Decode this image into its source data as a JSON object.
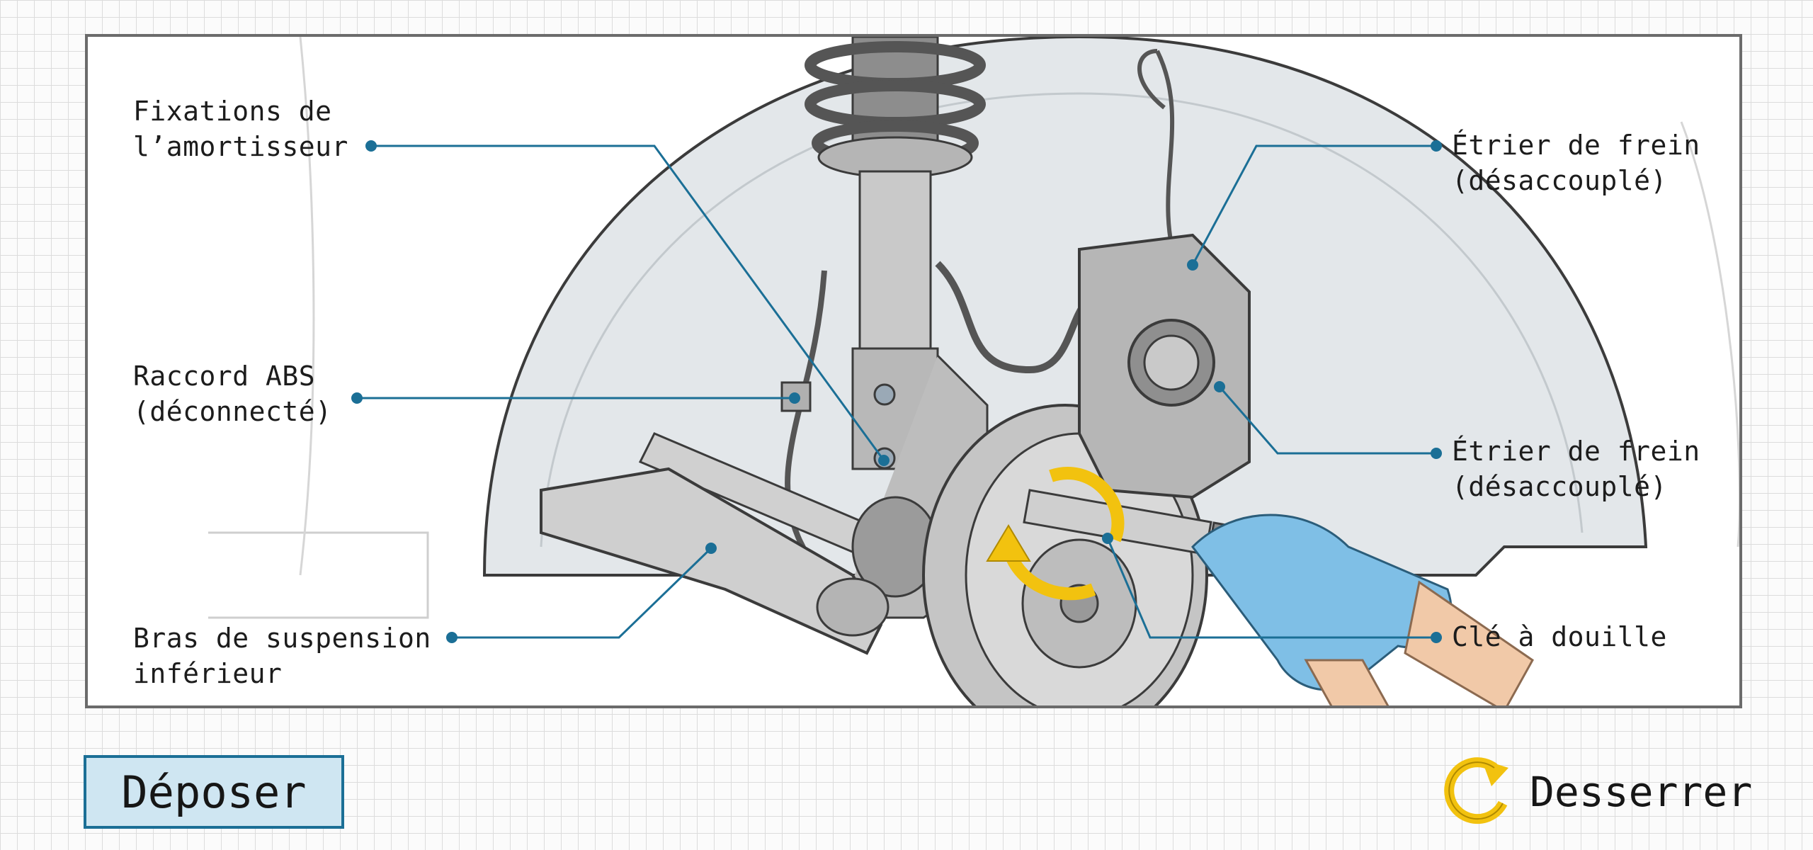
{
  "labels": {
    "shock_mounts": "Fixations de\nl’amortisseur",
    "abs_connector": "Raccord ABS\n(déconnecté)",
    "lower_arm": "Bras de suspension\ninférieur",
    "caliper_top": "Étrier de frein\n(désaccouplé)",
    "caliper_mid": "Étrier de frein\n(désaccouplé)",
    "socket_wrench": "Clé à douille"
  },
  "step": {
    "badge": "Déposer",
    "action": "Desserrer"
  },
  "icons": {
    "rotation": "loosen-rotation-arrow-icon"
  },
  "colors": {
    "leader": "#1b6f96",
    "badge_fill": "#cfe6f2",
    "arrow": "#f2c20f",
    "glove": "#7fbfe6"
  }
}
